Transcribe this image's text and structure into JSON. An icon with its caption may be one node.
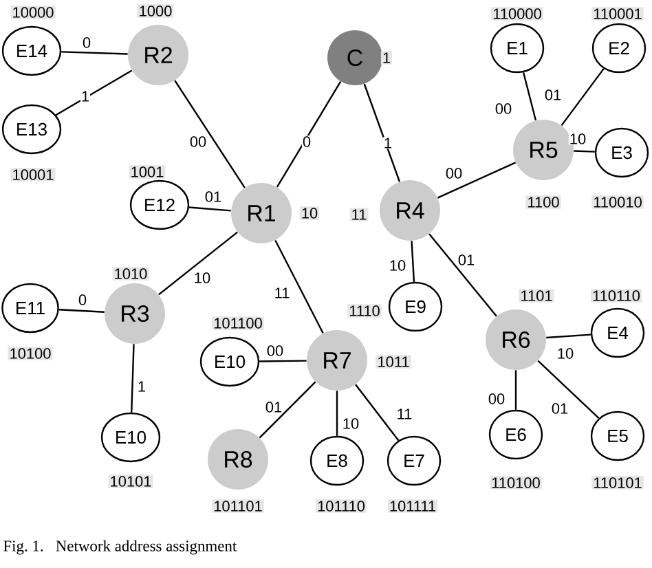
{
  "diagram": {
    "caption": "Fig. 1.   Network address assignment",
    "nodes": [
      {
        "text": [
          "C"
        ],
        "beside": [
          "1"
        ]
      },
      {
        "text": [
          "R2"
        ],
        "beside": [
          "1000"
        ]
      },
      {
        "text": [
          "E14"
        ],
        "beside": [
          "10000"
        ]
      },
      {
        "text": [
          "E13"
        ],
        "beside": [
          "10001"
        ]
      },
      {
        "text": [
          "R1"
        ],
        "beside": [
          "10"
        ]
      },
      {
        "text": [
          "E12"
        ],
        "beside": [
          "1001"
        ]
      },
      {
        "text": [
          "R3"
        ],
        "beside": [
          "1010"
        ]
      },
      {
        "text": [
          "E11"
        ],
        "beside": [
          "10100"
        ]
      },
      {
        "text": [
          "E10"
        ],
        "beside": [
          "10101"
        ]
      },
      {
        "text": [
          "R4"
        ],
        "beside": [
          "11"
        ]
      },
      {
        "text": [
          "R5"
        ],
        "beside": [
          "1100"
        ]
      },
      {
        "text": [
          "E1"
        ],
        "beside": [
          "110000"
        ]
      },
      {
        "text": [
          "E2"
        ],
        "beside": [
          "110001"
        ]
      },
      {
        "text": [
          "E3"
        ],
        "beside": [
          "110010"
        ]
      },
      {
        "text": [
          "E9"
        ],
        "beside": [
          "1110"
        ]
      },
      {
        "text": [
          "R6"
        ],
        "beside": [
          "1101"
        ]
      },
      {
        "text": [
          "E4"
        ],
        "beside": [
          "110110"
        ]
      },
      {
        "text": [
          "E6"
        ],
        "beside": [
          "110100"
        ]
      },
      {
        "text": [
          "E5"
        ],
        "beside": [
          "110101"
        ]
      },
      {
        "text": [
          "R7"
        ],
        "beside": [
          "1011"
        ]
      },
      {
        "text": [
          "E10"
        ],
        "beside": [
          "101100"
        ]
      },
      {
        "text": [
          "R8"
        ],
        "beside": [
          "101101"
        ]
      },
      {
        "text": [
          "E8"
        ],
        "beside": [
          "101110"
        ]
      },
      {
        "text": [
          "E7"
        ],
        "beside": [
          "101111"
        ]
      }
    ],
    "edges": [
      {
        "from": 0,
        "to": 4,
        "arrow": "none",
        "label": "0"
      },
      {
        "from": 0,
        "to": 9,
        "arrow": "none",
        "label": "1"
      },
      {
        "from": 1,
        "to": 4,
        "arrow": "none",
        "label": "00"
      },
      {
        "from": 1,
        "to": 2,
        "arrow": "none",
        "label": "0"
      },
      {
        "from": 1,
        "to": 3,
        "arrow": "none",
        "label": "1"
      },
      {
        "from": 4,
        "to": 5,
        "arrow": "none",
        "label": "01"
      },
      {
        "from": 4,
        "to": 6,
        "arrow": "none",
        "label": "10"
      },
      {
        "from": 4,
        "to": 19,
        "arrow": "none",
        "label": "11"
      },
      {
        "from": 6,
        "to": 7,
        "arrow": "none",
        "label": "0"
      },
      {
        "from": 6,
        "to": 8,
        "arrow": "none",
        "label": "1"
      },
      {
        "from": 9,
        "to": 10,
        "arrow": "none",
        "label": "00"
      },
      {
        "from": 9,
        "to": 14,
        "arrow": "none",
        "label": "10"
      },
      {
        "from": 9,
        "to": 15,
        "arrow": "none",
        "label": "01"
      },
      {
        "from": 10,
        "to": 11,
        "arrow": "none",
        "label": "00"
      },
      {
        "from": 10,
        "to": 12,
        "arrow": "none",
        "label": "01"
      },
      {
        "from": 10,
        "to": 13,
        "arrow": "none",
        "label": "10"
      },
      {
        "from": 15,
        "to": 17,
        "arrow": "none",
        "label": "00"
      },
      {
        "from": 15,
        "to": 18,
        "arrow": "none",
        "label": "01"
      },
      {
        "from": 15,
        "to": 16,
        "arrow": "none",
        "label": "10"
      },
      {
        "from": 19,
        "to": 20,
        "arrow": "none",
        "label": "00"
      },
      {
        "from": 19,
        "to": 21,
        "arrow": "none",
        "label": "01"
      },
      {
        "from": 19,
        "to": 22,
        "arrow": "none",
        "label": "10"
      },
      {
        "from": 19,
        "to": 23,
        "arrow": "none",
        "label": "11"
      }
    ]
  }
}
